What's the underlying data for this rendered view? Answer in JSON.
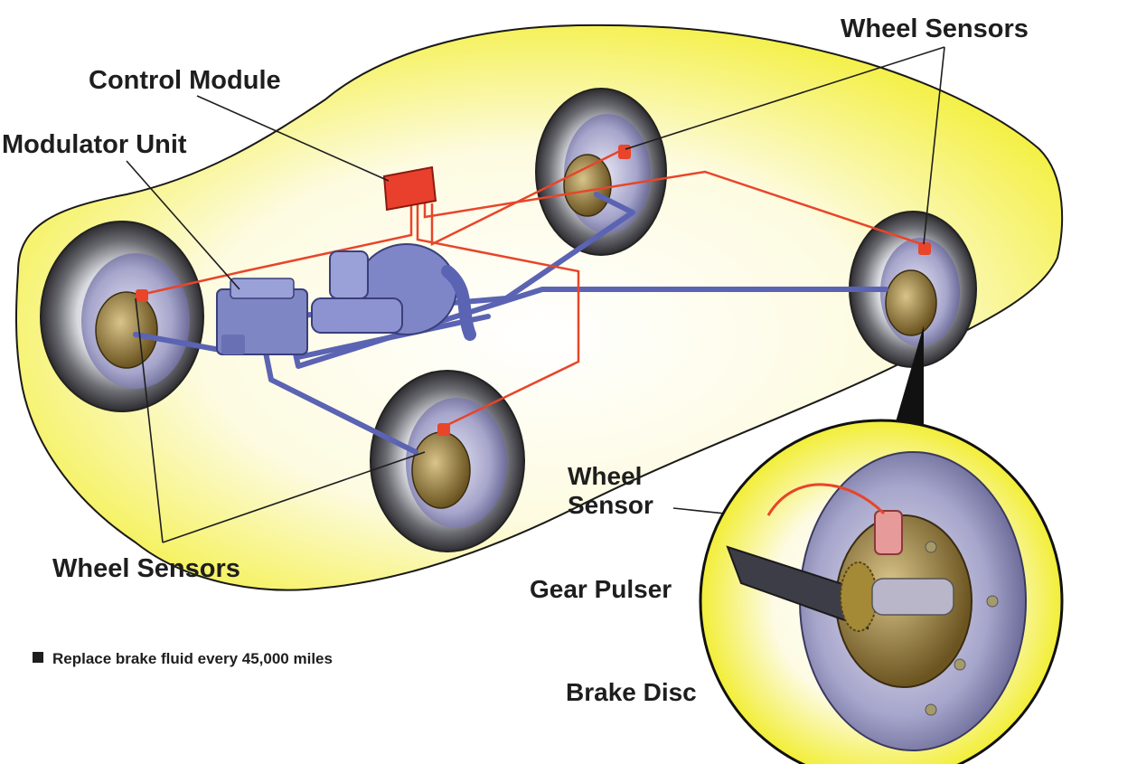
{
  "labels": {
    "control_module": "Control Module",
    "modulator_unit": "Modulator Unit",
    "wheel_sensors_top": "Wheel Sensors",
    "wheel_sensors_bottom": "Wheel Sensors",
    "wheel_sensor_detail_line1": "Wheel",
    "wheel_sensor_detail_line2": "Sensor",
    "gear_pulser": "Gear Pulser",
    "brake_disc": "Brake Disc"
  },
  "note": {
    "text": "Replace brake fluid every 45,000 miles"
  },
  "colors": {
    "car_body": "#f6f23a",
    "car_glow": "#fbf9c8",
    "wiring": "#e8452a",
    "control_module": "#e8402c",
    "brake_lines": "#5b63b3",
    "tire": "#3a3a3e",
    "hub": "#8a7436",
    "disc": "#b9b8d8",
    "text": "#1e1e1e"
  }
}
